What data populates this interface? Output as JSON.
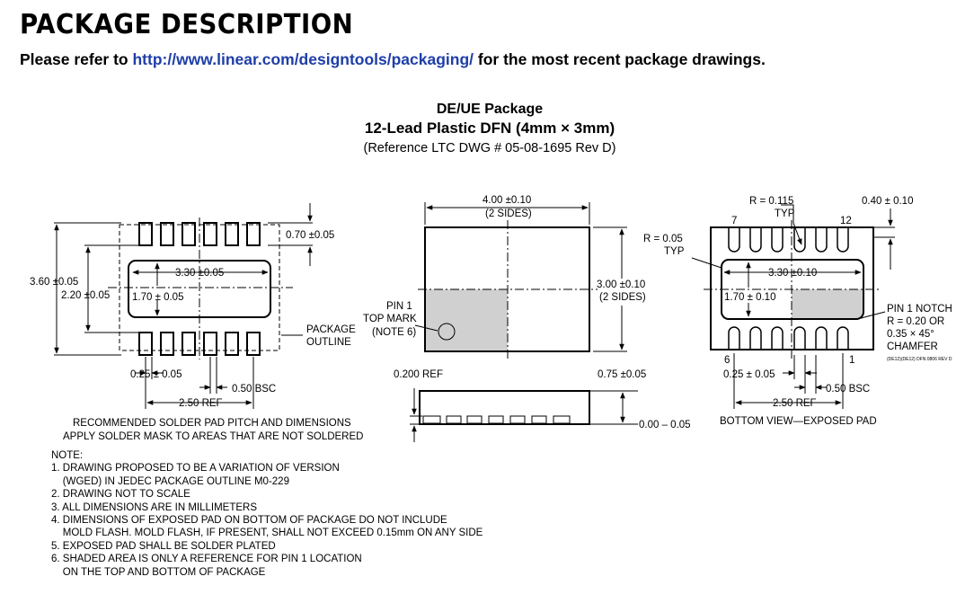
{
  "header": {
    "title": "PACKAGE DESCRIPTION",
    "refer_prefix": "Please refer to ",
    "refer_link": "http://www.linear.com/designtools/packaging/",
    "refer_suffix": " for the most recent package drawings."
  },
  "package": {
    "name": "DE/UE Package",
    "lead": "12-Lead Plastic DFN (4mm × 3mm)",
    "reference": "(Reference LTC DWG # 05-08-1695 Rev D)"
  },
  "solder_pad": {
    "dim_070": "0.70 ±0.05",
    "dim_360": "3.60 ±0.05",
    "dim_220": "2.20 ±0.05",
    "dim_330": "3.30 ±0.05",
    "dim_170": "1.70 ± 0.05",
    "package_outline_1": "PACKAGE",
    "package_outline_2": "OUTLINE",
    "dim_025": "0.25 ± 0.05",
    "dim_050": "0.50 BSC",
    "dim_250": "2.50 REF",
    "caption_1": "RECOMMENDED SOLDER PAD PITCH AND DIMENSIONS",
    "caption_2": "APPLY SOLDER MASK TO AREAS THAT ARE NOT SOLDERED"
  },
  "top_view": {
    "dim_400": "4.00 ±0.10",
    "two_sides_a": "(2 SIDES)",
    "dim_300": "3.00 ±0.10",
    "two_sides_b": "(2 SIDES)",
    "pin1_1": "PIN 1",
    "pin1_2": "TOP MARK",
    "pin1_3": "(NOTE 6)",
    "dim_0200": "0.200 REF",
    "dim_075": "0.75 ±0.05",
    "dim_000": "0.00 – 0.05"
  },
  "bottom_view": {
    "r0115": "R = 0.115",
    "typ_a": "TYP",
    "dim_040": "0.40 ± 0.10",
    "pin7": "7",
    "pin12": "12",
    "r005": "R = 0.05",
    "typ_b": "TYP",
    "dim_330": "3.30 ±0.10",
    "dim_170": "1.70 ± 0.10",
    "notch_1": "PIN 1 NOTCH",
    "notch_2": "R = 0.20 OR",
    "notch_3": "0.35 × 45°",
    "notch_4": "CHAMFER",
    "drawing_code": "(DE12)(DE12) DFN 0806 REV D",
    "pin6": "6",
    "pin1": "1",
    "dim_025": "0.25 ± 0.05",
    "dim_050": "0.50 BSC",
    "dim_250": "2.50 REF",
    "caption": "BOTTOM VIEW—EXPOSED PAD"
  },
  "notes": {
    "title": "NOTE:",
    "n1a": "1. DRAWING PROPOSED TO BE A VARIATION OF VERSION",
    "n1b": "    (WGED) IN JEDEC PACKAGE OUTLINE M0-229",
    "n2": "2. DRAWING NOT TO SCALE",
    "n3": "3. ALL DIMENSIONS ARE IN MILLIMETERS",
    "n4a": "4. DIMENSIONS OF EXPOSED PAD ON BOTTOM OF PACKAGE DO NOT INCLUDE",
    "n4b": "    MOLD FLASH. MOLD FLASH, IF PRESENT, SHALL NOT EXCEED 0.15mm ON ANY SIDE",
    "n5": "5. EXPOSED PAD SHALL BE SOLDER PLATED",
    "n6a": "6. SHADED AREA IS ONLY A REFERENCE FOR PIN 1 LOCATION",
    "n6b": "    ON THE TOP AND BOTTOM OF PACKAGE"
  },
  "colors": {
    "link": "#1f3ea8",
    "shade": "#d0d0d0"
  }
}
